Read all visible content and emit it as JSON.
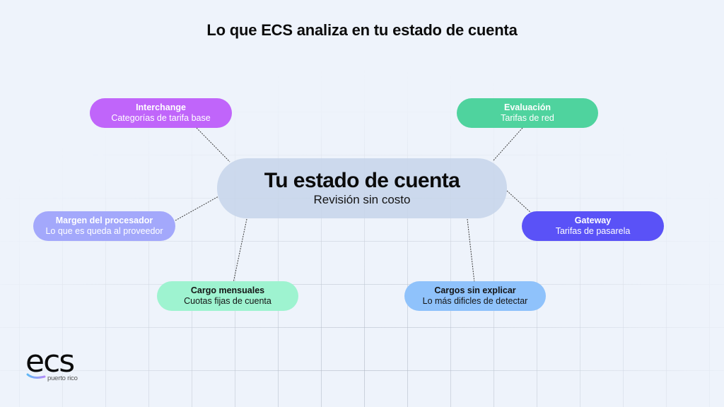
{
  "page": {
    "title": "Lo que ECS analiza en tu estado de cuenta"
  },
  "center": {
    "title": "Tu estado de cuenta",
    "subtitle": "Revisión sin costo",
    "color": "#c5d3e9"
  },
  "nodes": [
    {
      "id": "interchange",
      "title": "Interchange",
      "subtitle": "Categorías de tarifa base",
      "color": "#c065fa",
      "text_color": "#ffffff"
    },
    {
      "id": "evaluacion",
      "title": "Evaluación",
      "subtitle": "Tarifas de red",
      "color": "#4fd39e",
      "text_color": "#ffffff"
    },
    {
      "id": "margen",
      "title": "Margen del procesador",
      "subtitle": "Lo que es queda al proveedor",
      "color": "#a3a8fb",
      "text_color": "#ffffff"
    },
    {
      "id": "gateway",
      "title": "Gateway",
      "subtitle": "Tarifas de pasarela",
      "color": "#5a52f7",
      "text_color": "#ffffff"
    },
    {
      "id": "cargo-mensuales",
      "title": "Cargo mensuales",
      "subtitle": "Cuotas fijas de cuenta",
      "color": "#9ef3d0",
      "text_color": "#141414"
    },
    {
      "id": "cargos-sin-explicar",
      "title": "Cargos sin explicar",
      "subtitle": "Lo más dificles de detectar",
      "color": "#8fc2fb",
      "text_color": "#141414"
    }
  ],
  "logo": {
    "wordmark": "ecs",
    "tagline": "puerto rico"
  }
}
